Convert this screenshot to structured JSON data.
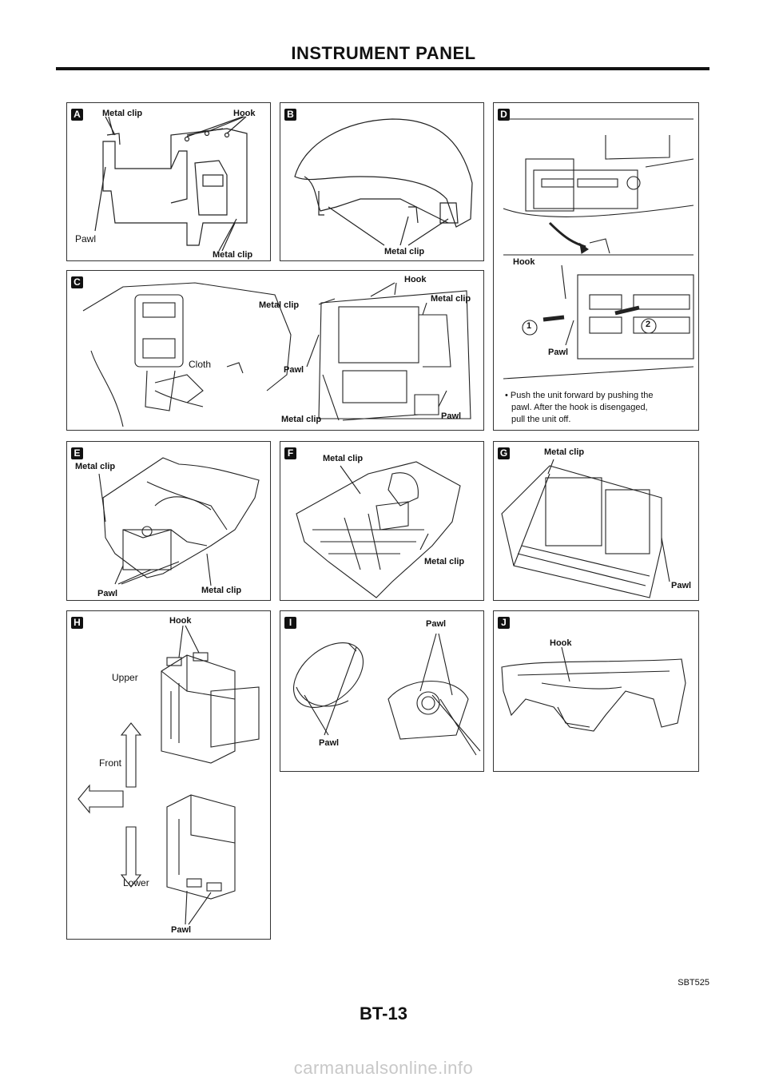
{
  "header": {
    "title": "INSTRUMENT PANEL"
  },
  "panels": {
    "a": {
      "letter": "A",
      "labels": [
        "Metal clip",
        "Hook",
        "Pawl",
        "Metal clip"
      ]
    },
    "b": {
      "letter": "B",
      "labels": [
        "Metal clip"
      ]
    },
    "c": {
      "letter": "C",
      "labels": [
        "Hook",
        "Metal clip",
        "Metal clip",
        "Cloth",
        "Pawl",
        "Pawl",
        "Metal clip"
      ]
    },
    "d": {
      "letter": "D",
      "labels": [
        "Hook",
        "Pawl",
        "1",
        "2"
      ],
      "note": [
        "• Push the unit forward by pushing the",
        "pawl. After the hook is disengaged,",
        "pull the unit off."
      ]
    },
    "e": {
      "letter": "E",
      "labels": [
        "Metal clip",
        "Pawl",
        "Metal clip"
      ]
    },
    "f": {
      "letter": "F",
      "labels": [
        "Metal clip",
        "Metal clip"
      ]
    },
    "g": {
      "letter": "G",
      "labels": [
        "Metal clip",
        "Pawl"
      ]
    },
    "h": {
      "letter": "H",
      "labels": [
        "Hook",
        "Upper",
        "Front",
        "Lower",
        "Pawl"
      ]
    },
    "i": {
      "letter": "I",
      "labels": [
        "Pawl",
        "Pawl"
      ]
    },
    "j": {
      "letter": "J",
      "labels": [
        "Hook"
      ]
    }
  },
  "footer": {
    "ref_code": "SBT525",
    "page_number": "BT-13",
    "watermark": "carmanualsonline.info"
  }
}
